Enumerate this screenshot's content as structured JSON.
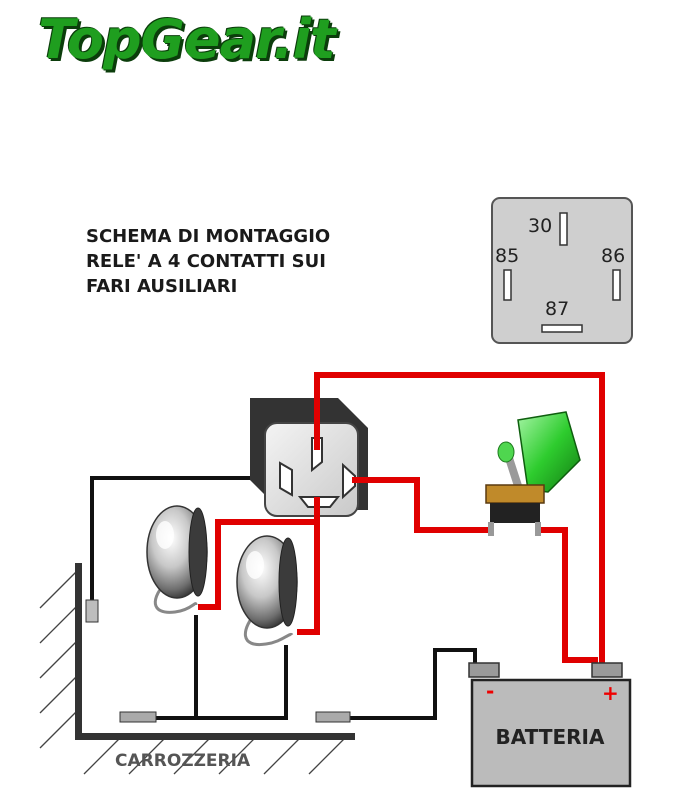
{
  "logo": {
    "text": "TopGear.it"
  },
  "title": {
    "lines": [
      "SCHEMA DI MONTAGGIO",
      "RELE' A 4 CONTATTI SUI",
      "FARI AUSILIARI"
    ]
  },
  "relay_pinout": {
    "pin_30": "30",
    "pin_85": "85",
    "pin_86": "86",
    "pin_87": "87"
  },
  "battery": {
    "label": "BATTERIA",
    "negative": "-",
    "positive": "+"
  },
  "ground": {
    "label": "CARROZZERIA"
  },
  "colors": {
    "positive_wire": "#e00000",
    "ground_wire": "#111111",
    "logo": "#1f9e1f",
    "switch_cover": "#2ecc2e"
  }
}
